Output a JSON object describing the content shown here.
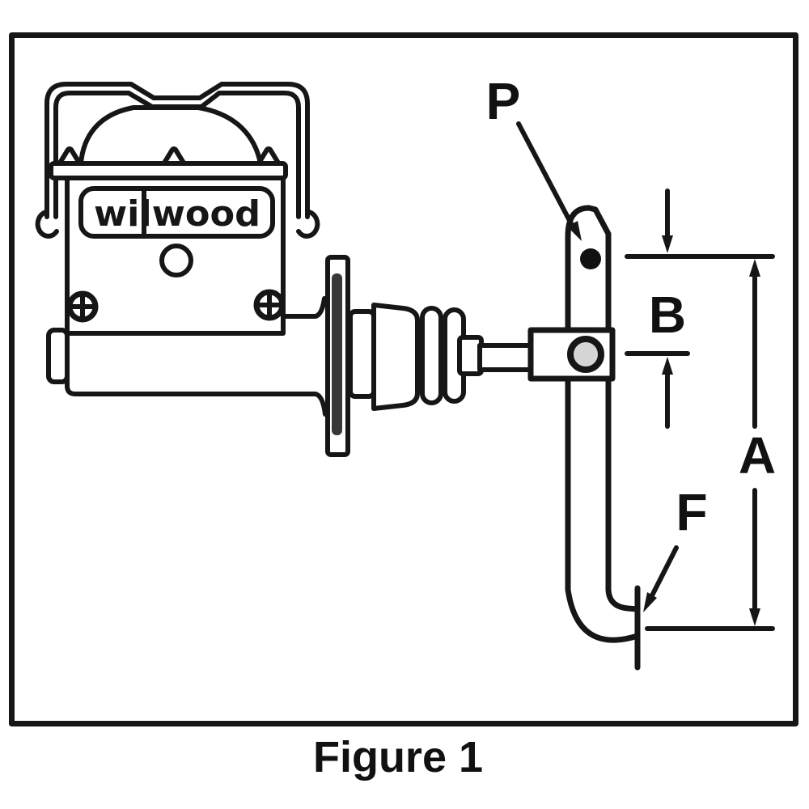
{
  "figure": {
    "caption": "Figure 1"
  },
  "diagram": {
    "description_labels": {
      "pivot": "P",
      "dim_b": "B",
      "dim_a": "A",
      "pedal_face": "F"
    },
    "logo_text": "wilwood",
    "colors": {
      "line": "#161616",
      "background": "#ffffff",
      "clevis_pin_fill": "#d6d6d6",
      "flange_shading": "#1c1c1c",
      "pivot_hole_fill": "#111111"
    }
  }
}
